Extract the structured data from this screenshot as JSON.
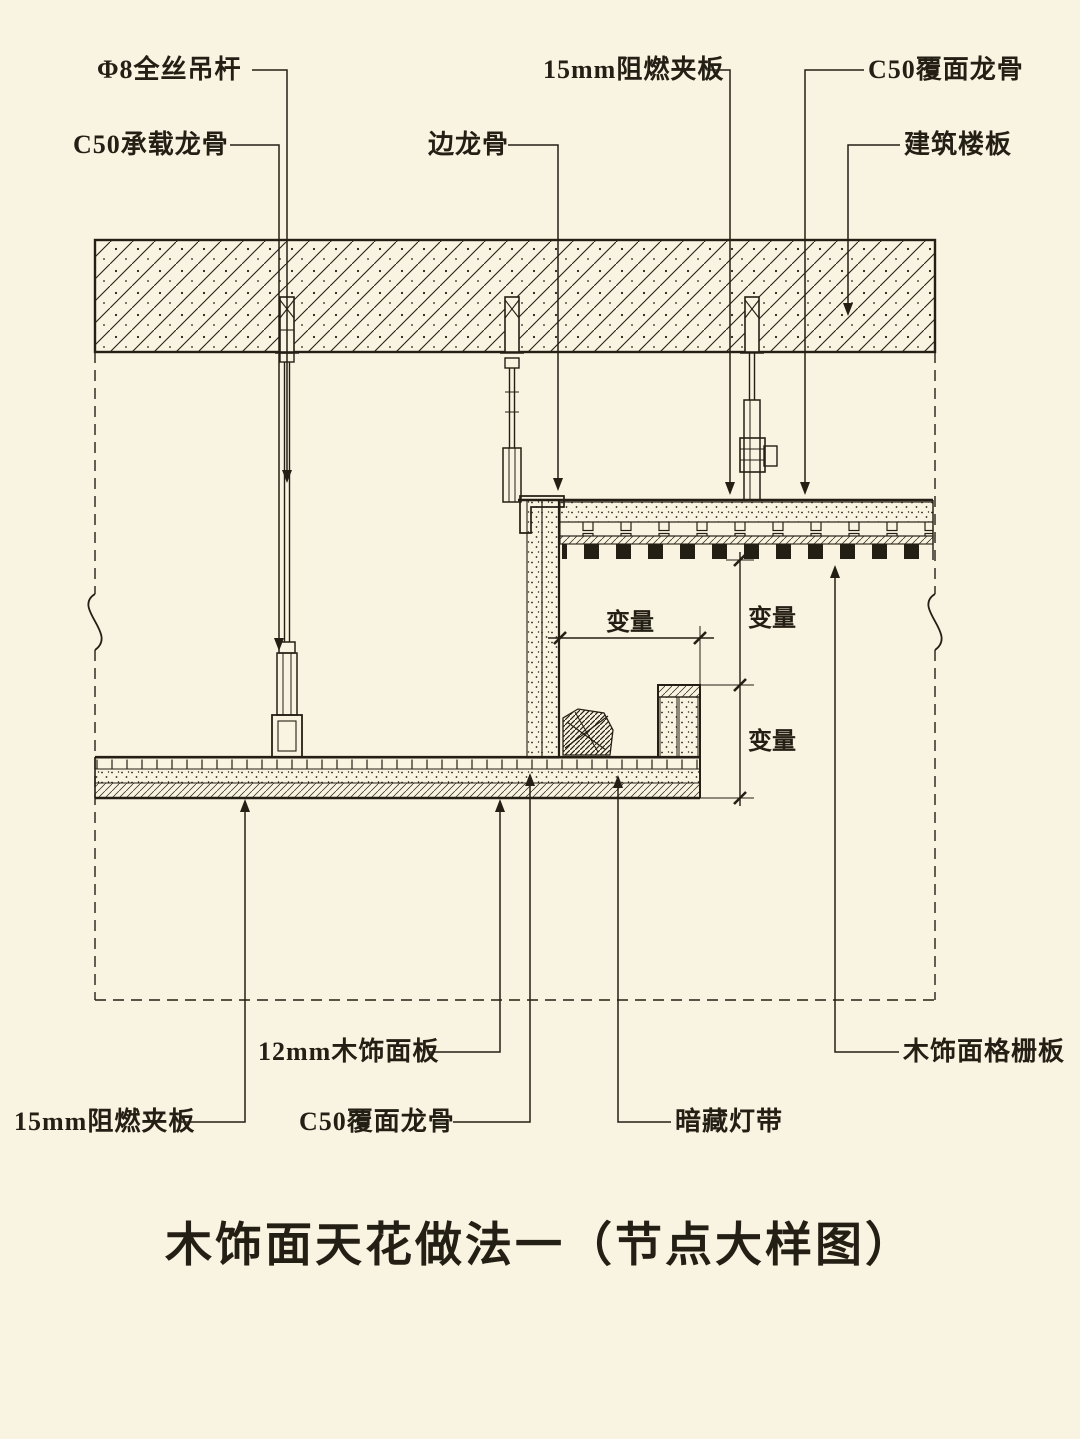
{
  "title": "木饰面天花做法一（节点大样图）",
  "callouts_top": {
    "hanger_rod": "Φ8全丝吊杆",
    "load_keel": "C50承载龙骨",
    "edge_keel": "边龙骨",
    "fire_plywood": "15mm阻燃夹板",
    "cover_keel": "C50覆面龙骨",
    "floor_slab": "建筑楼板"
  },
  "callouts_bottom": {
    "wood_panel": "12mm木饰面板",
    "fire_plywood": "15mm阻燃夹板",
    "cover_keel": "C50覆面龙骨",
    "concealed_light": "暗藏灯带",
    "wood_grille": "木饰面格栅板"
  },
  "dimensions": {
    "cove_width": "变量",
    "upper_height": "变量",
    "lower_height": "变量"
  },
  "colors": {
    "background": "#f9f3e1",
    "ink": "#241f14"
  }
}
